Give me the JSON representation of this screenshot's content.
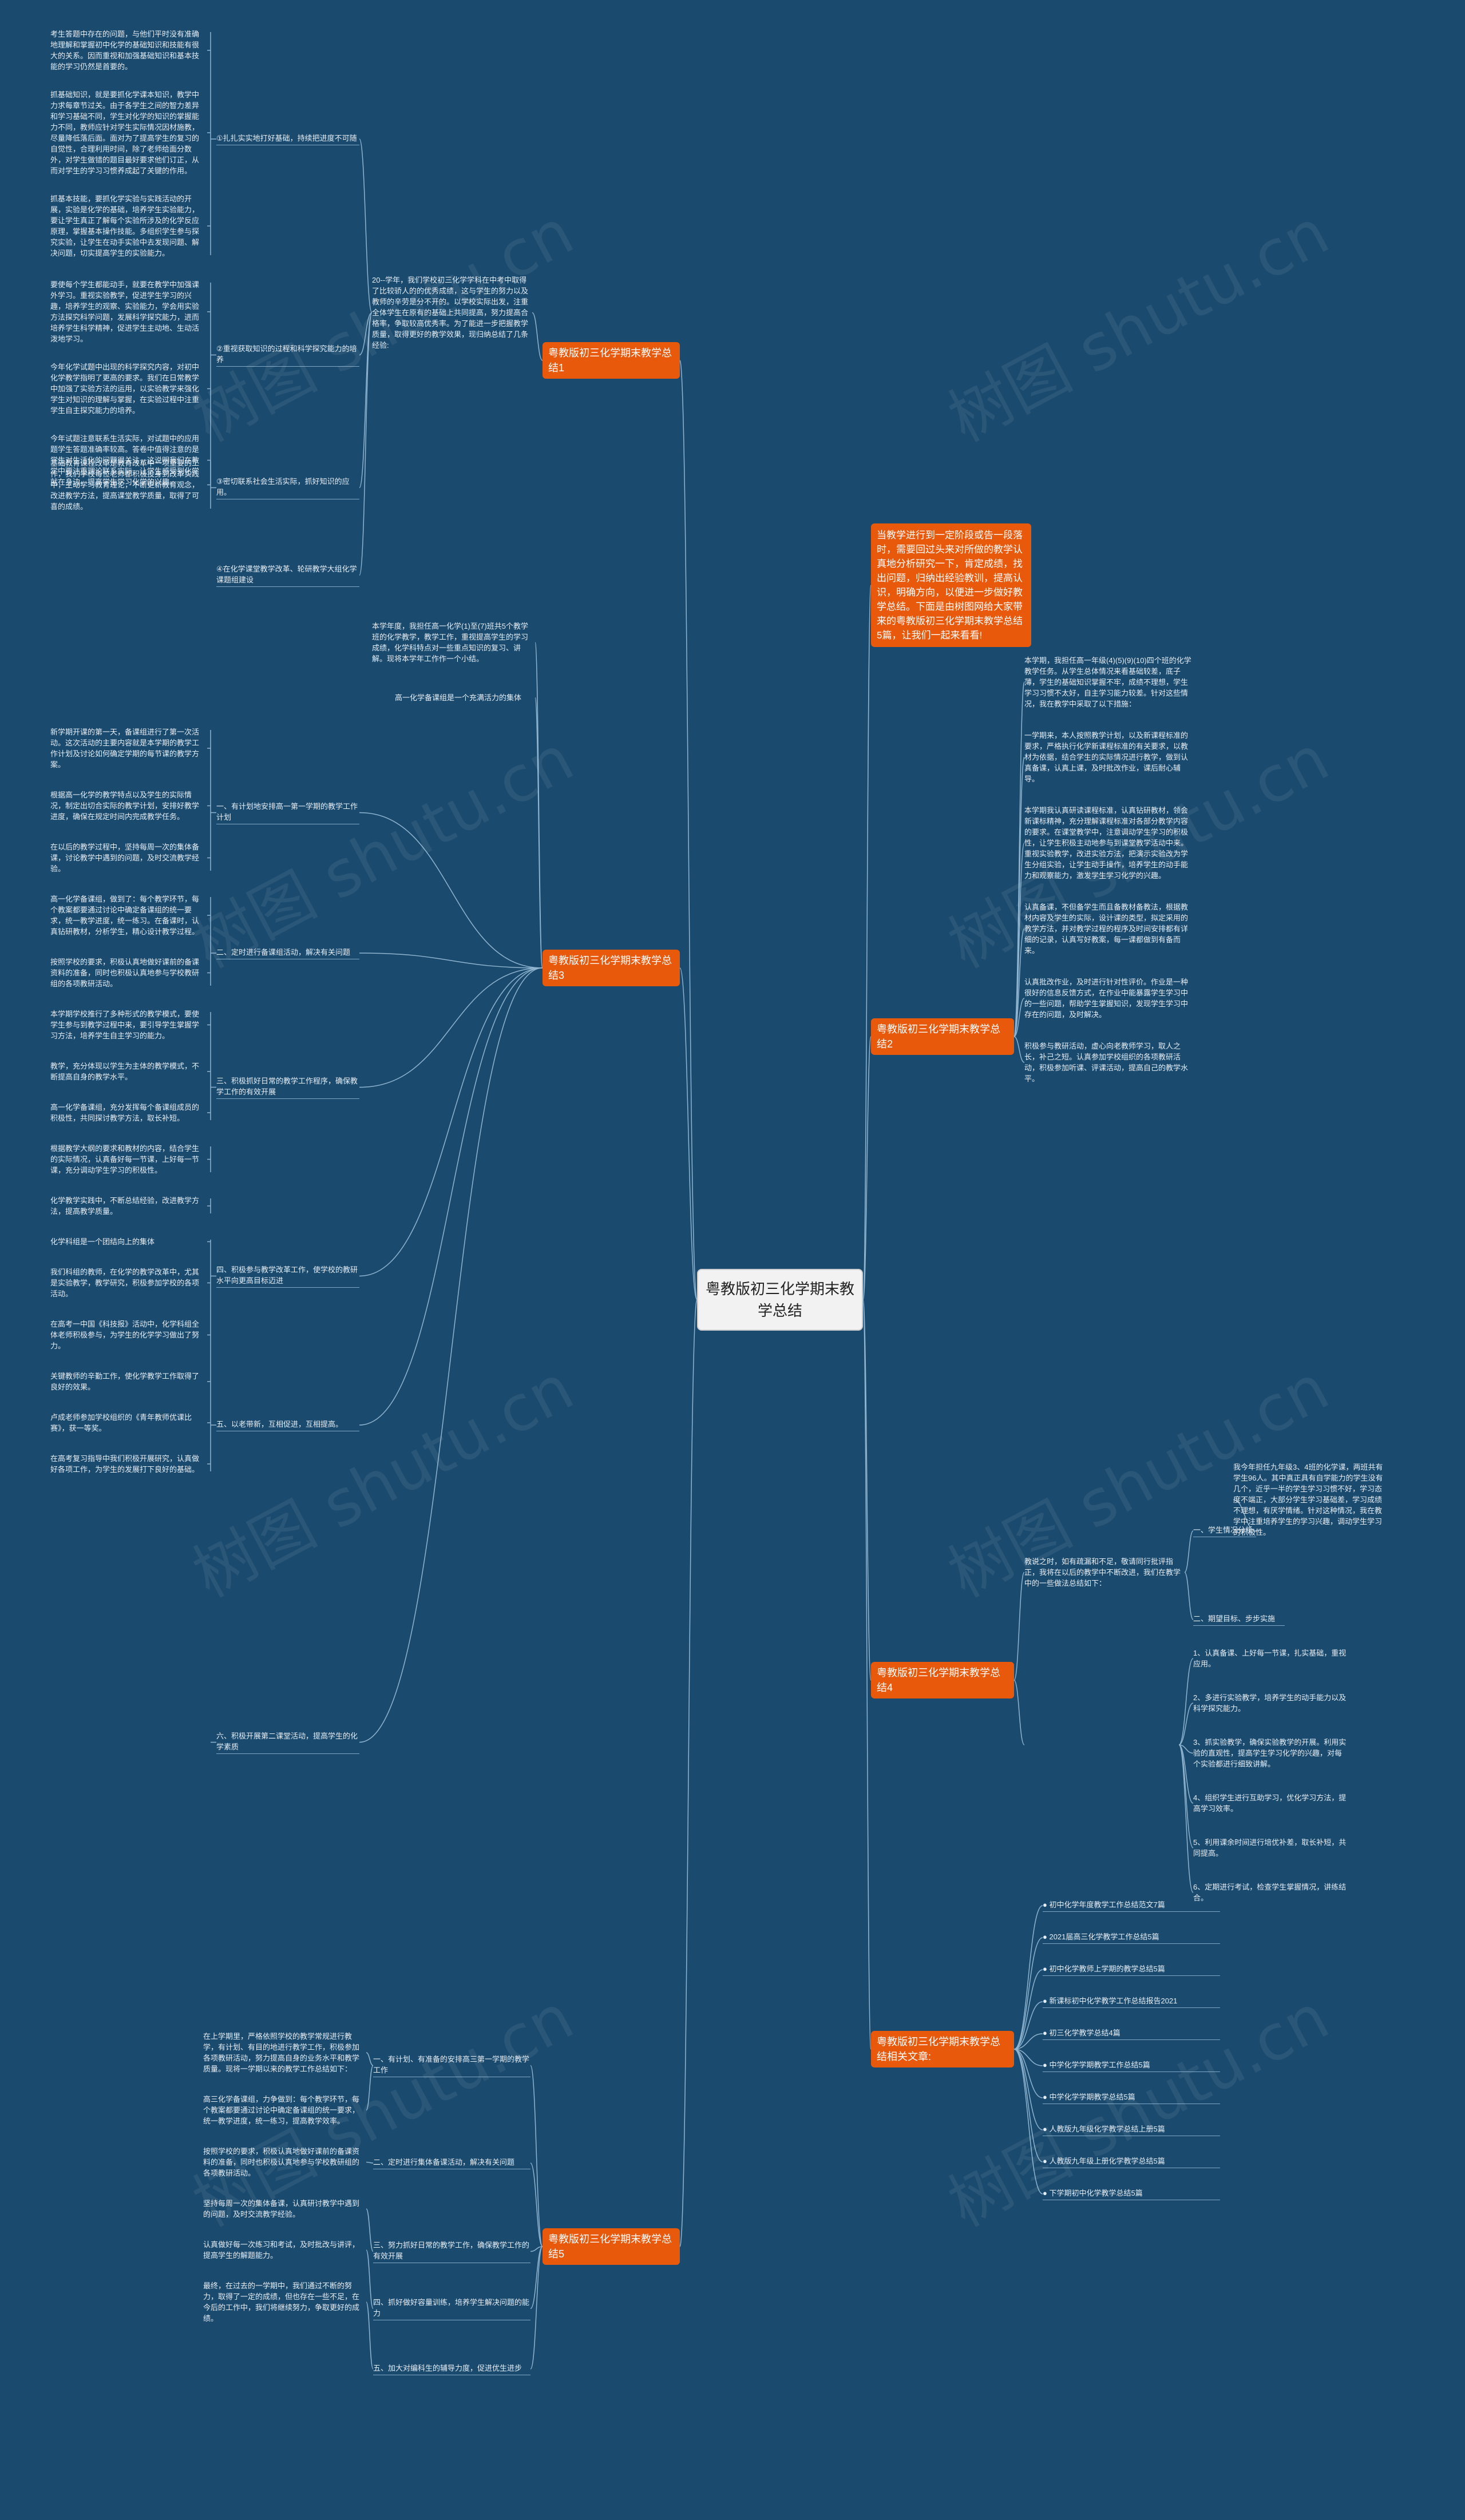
{
  "root": "粤教版初三化学期末教学总结",
  "intro": "当教学进行到一定阶段或告一段落时，需要回过头来对所做的教学认真地分析研究一下，肯定成绩，找出问题，归纳出经验教训，提高认识，明确方向，以便进一步做好教学总结。下面是由树图网给大家带来的粤教版初三化学期末教学总结5篇，让我们一起来看看!",
  "branches": [
    {
      "label": "粤教版初三化学期末教学总结1",
      "summary": "20--学年，我们学校初三化学学科在中考中取得了比较骄人的的优秀成绩，这与学生的努力以及教师的辛劳是分不开的。以学校实际出发，注重全体学生在原有的基础上共同提高，努力提高合格率，争取较高优秀率。为了能进一步把握教学质量，取得更好的教学效果，现归纳总结了几条经验:",
      "items": [
        {
          "label": "①扎扎实实地打好基础，持续把进度不可随",
          "texts": [
            "考生答题中存在的问题，与他们平时没有准确地理解和掌握初中化学的基础知识和技能有很大的关系。因而重视和加强基础知识和基本技能的学习仍然是首要的。",
            "抓基础知识，就是要抓化学课本知识，教学中力求每章节过关。由于各学生之间的智力差异和学习基础不同，学生对化学的知识的掌握能力不同，教师应针对学生实际情况因材施教，尽量降低落后面。面对为了提高学生的复习的自觉性，合理利用时间，除了老师给面分数外，对学生做错的题目最好要求他们订正，从而对学生的学习习惯养成起了关键的作用。",
            "抓基本技能，要抓化学实验与实践活动的开展，实验是化学的基础，培养学生实验能力，要让学生真正了解每个实验所涉及的化学反应原理，掌握基本操作技能。多组织学生参与探究实验，让学生在动手实验中去发现问题、解决问题，切实提高学生的实验能力。"
          ]
        },
        {
          "label": "②重视获取知识的过程和科学探究能力的培养",
          "texts": [
            "要使每个学生都能动手，就要在教学中加强课外学习。重视实验教学，促进学生学习的兴趣，培养学生的观察、实验能力，学会用实验方法探究科学问题，发展科学探究能力，进而培养学生科学精神，促进学生主动地、生动活泼地学习。",
            "今年化学试题中出现的科学探究内容，对初中化学教学指明了更高的要求。我们在日常教学中加强了实验方法的运用，以实验教学来强化学生对知识的理解与掌握，在实验过程中注重学生自主探究能力的培养。",
            "今年试题注意联系生活实际，对试题中的应用题学生答题准确率较高。答卷中值得注意的是学生对生活化的问题很关注，这说明我们在教学中要注重理论联系实际，让学生感受到化学就在身边，提高学生学习化学的兴趣。"
          ]
        },
        {
          "label": "③密切联系社会生活实际，抓好知识的应用。",
          "texts": [
            "基础教育课程改革是教育改革中一项重要的工作，我们学校每位老师都积极投身到改革实践中，主动学习教育理论，不断更新教育观念，改进教学方法，提高课堂教学质量，取得了可喜的成绩。"
          ]
        },
        {
          "label": "④在化学课堂教学改革、轮研教学大组化学课题组建设",
          "texts": []
        }
      ]
    },
    {
      "label": "粤教版初三化学期末教学总结2",
      "summary": "本学期，我担任高一年级(4)(5)(9)(10)四个班的化学教学任务。从学生总体情况来看基础较差，底子薄，学生的基础知识掌握不牢，成绩不理想，学生学习习惯不太好，自主学习能力较差。针对这些情况，我在教学中采取了以下措施：",
      "texts": [
        "一学期来，本人按照教学计划，以及新课程标准的要求，严格执行化学新课程标准的有关要求，以教材为依据，结合学生的实际情况进行教学，做到认真备课，认真上课，及时批改作业，课后耐心辅导。",
        "本学期我认真研读课程标准，认真钻研教材，领会新课标精神，充分理解课程标准对各部分教学内容的要求。在课堂教学中，注意调动学生学习的积极性，让学生积极主动地参与到课堂教学活动中来。重视实验教学，改进实验方法，把演示实验改为学生分组实验，让学生动手操作，培养学生的动手能力和观察能力，激发学生学习化学的兴趣。",
        "认真备课，不但备学生而且备教材备教法，根据教材内容及学生的实际，设计课的类型，拟定采用的教学方法，并对教学过程的程序及时间安排都有详细的记录，认真写好教案，每一课都做到有备而来。",
        "认真批改作业，及时进行针对性评价。作业是一种很好的信息反馈方式，在作业中能暴露学生学习中的一些问题，帮助学生掌握知识，发现学生学习中存在的问题，及时解决。",
        "积极参与教研活动，虚心向老教师学习，取人之长，补己之短。认真参加学校组织的各项教研活动，积极参加听课、评课活动，提高自己的教学水平。"
      ]
    },
    {
      "label": "粤教版初三化学期末教学总结3",
      "summary": "本学年度，我担任高一化学(1)至(7)班共5个教学班的化学教学，教学工作，重视提高学生的学习成绩，化学科特点对一些重点知识的复习、讲解。现将本学年工作作一个小结。",
      "sub_summary": "高一化学备课组是一个充满活力的集体",
      "items": [
        {
          "label": "一、有计划地安排高一第一学期的教学工作计划",
          "texts": [
            "新学期开课的第一天，备课组进行了第一次活动。这次活动的主要内容就是本学期的教学工作计划及讨论如何确定学期的每节课的教学方案。",
            "根据高一化学的教学特点以及学生的实际情况，制定出切合实际的教学计划，安排好教学进度，确保在规定时间内完成教学任务。",
            "在以后的教学过程中，坚持每周一次的集体备课，讨论教学中遇到的问题，及时交流教学经验。"
          ]
        },
        {
          "label": "二、定时进行备课组活动，解决有关问题",
          "texts": [
            "高一化学备课组，做到了：每个教学环节，每个教案都要通过讨论中确定备课组的统一要求，统一教学进度，统一练习。在备课时，认真钻研教材，分析学生，精心设计教学过程。",
            "按照学校的要求，积极认真地做好课前的备课资料的准备，同时也积极认真地参与学校教研组的各项教研活动。"
          ]
        },
        {
          "label": "三、积极抓好日常的教学工作程序，确保教学工作的有效开展",
          "texts": [
            "本学期学校推行了多种形式的教学模式，要使学生参与到教学过程中来，要引导学生掌握学习方法，培养学生自主学习的能力。",
            "教学，充分体现以学生为主体的教学模式，不断提高自身的教学水平。",
            "高一化学备课组，充分发挥每个备课组成员的积极性，共同探讨教学方法，取长补短。"
          ]
        },
        {
          "label": "四、积极参与教学改革工作，使学校的教研水平向更高目标迈进",
          "texts": [
            "根据教学大纲的要求和教材的内容，结合学生的实际情况，认真备好每一节课，上好每一节课，充分调动学生学习的积极性。"
          ]
        },
        {
          "label": "五、以老带新，互相促进，互相提高。",
          "texts": [
            "化学教学实践中，不断总结经验，改进教学方法，提高教学质量。"
          ]
        },
        {
          "label": "六、积极开展第二课堂活动，提高学生的化学素质",
          "texts": [
            "化学科组是一个团结向上的集体",
            "我们科组的教师，在化学的教学改革中，尤其是实验教学，教学研究，积极参加学校的各项活动。",
            "在高考一中国《科技报》活动中，化学科组全体老师积极参与，为学生的化学学习做出了努力。",
            "关键教师的辛勤工作，使化学教学工作取得了良好的效果。",
            "卢成老师参加学校组织的《青年教师优课比赛》，获一等奖。",
            "在高考复习指导中我们积极开展研究，认真做好各项工作，为学生的发展打下良好的基础。"
          ]
        }
      ]
    },
    {
      "label": "粤教版初三化学期末教学总结4",
      "summary": "教说之时，如有疏漏和不足，敬请同行批评指正，我将在以后的教学中不断改进，我们在教学中的一些做法总结如下：",
      "items": [
        {
          "label": "一、学生情况分析",
          "texts": [
            "我今年担任九年级3、4班的化学课，两班共有学生96人。其中真正具有自学能力的学生没有几个，近乎一半的学生学习习惯不好，学习态度不端正，大部分学生学习基础差，学习成绩不理想，有厌学情绪。针对这种情况，我在教学中注重培养学生的学习兴趣，调动学生学习的积极性。"
          ]
        },
        {
          "label": "二、期望目标、步步实施",
          "texts": []
        }
      ],
      "numbered": [
        "1、认真备课、上好每一节课，扎实基础，重视应用。",
        "2、多进行实验教学，培养学生的动手能力以及科学探究能力。",
        "3、抓实验教学，确保实验教学的开展。利用实验的直观性，提高学生学习化学的兴趣，对每个实验都进行细致讲解。",
        "4、组织学生进行互助学习，优化学习方法，提高学习效率。",
        "5、利用课余时间进行培优补差，取长补短，共同提高。",
        "6、定期进行考试，检查学生掌握情况，讲练结合。"
      ]
    },
    {
      "label": "粤教版初三化学期末教学总结5",
      "summary": "在上学期里，严格依照学校的教学常规进行教学，有计划、有目的地进行教学工作，积极参加各项教研活动，努力提高自身的业务水平和教学质量。现将一学期以来的教学工作总结如下：",
      "items": [
        {
          "label": "一、有计划、有准备的安排高三第一学期的教学工作",
          "texts": [
            "高三化学备课组，力争做到：每个教学环节，每个教案都要通过讨论中确定备课组的统一要求，统一教学进度，统一练习，提高教学效率。"
          ]
        },
        {
          "label": "二、定时进行集体备课活动，解决有关问题",
          "texts": [
            "按照学校的要求，积极认真地做好课前的备课资料的准备，同时也积极认真地参与学校教研组的各项教研活动。"
          ]
        },
        {
          "label": "三、努力抓好日常的教学工作，确保教学工作的有效开展",
          "texts": [
            "坚持每周一次的集体备课，认真研讨教学中遇到的问题，及时交流教学经验。"
          ]
        },
        {
          "label": "四、抓好做好容量训练，培养学生解决问题的能力",
          "texts": [
            "认真做好每一次练习和考试，及时批改与讲评，提高学生的解题能力。"
          ]
        },
        {
          "label": "五、加大对编科生的辅导力度，促进优生进步",
          "texts": [
            "最终，在过去的一学期中，我们通过不断的努力，取得了一定的成绩，但也存在一些不足，在今后的工作中，我们将继续努力，争取更好的成绩。"
          ]
        }
      ]
    },
    {
      "label": "粤教版初三化学期末教学总结相关文章:",
      "links": [
        "初中化学年度教学工作总结范文7篇",
        "2021届高三化学教学工作总结5篇",
        "初中化学教师上学期的教学总结5篇",
        "新课标初中化学教学工作总结报告2021",
        "初三化学教学总结4篇",
        "中学化学学期教学工作总结5篇",
        "中学化学学期教学总结5篇",
        "人教版九年级化学教学总结上册5篇",
        "人教版九年级上册化学教学总结5篇",
        "下学期初中化学教学总结5篇"
      ]
    }
  ]
}
